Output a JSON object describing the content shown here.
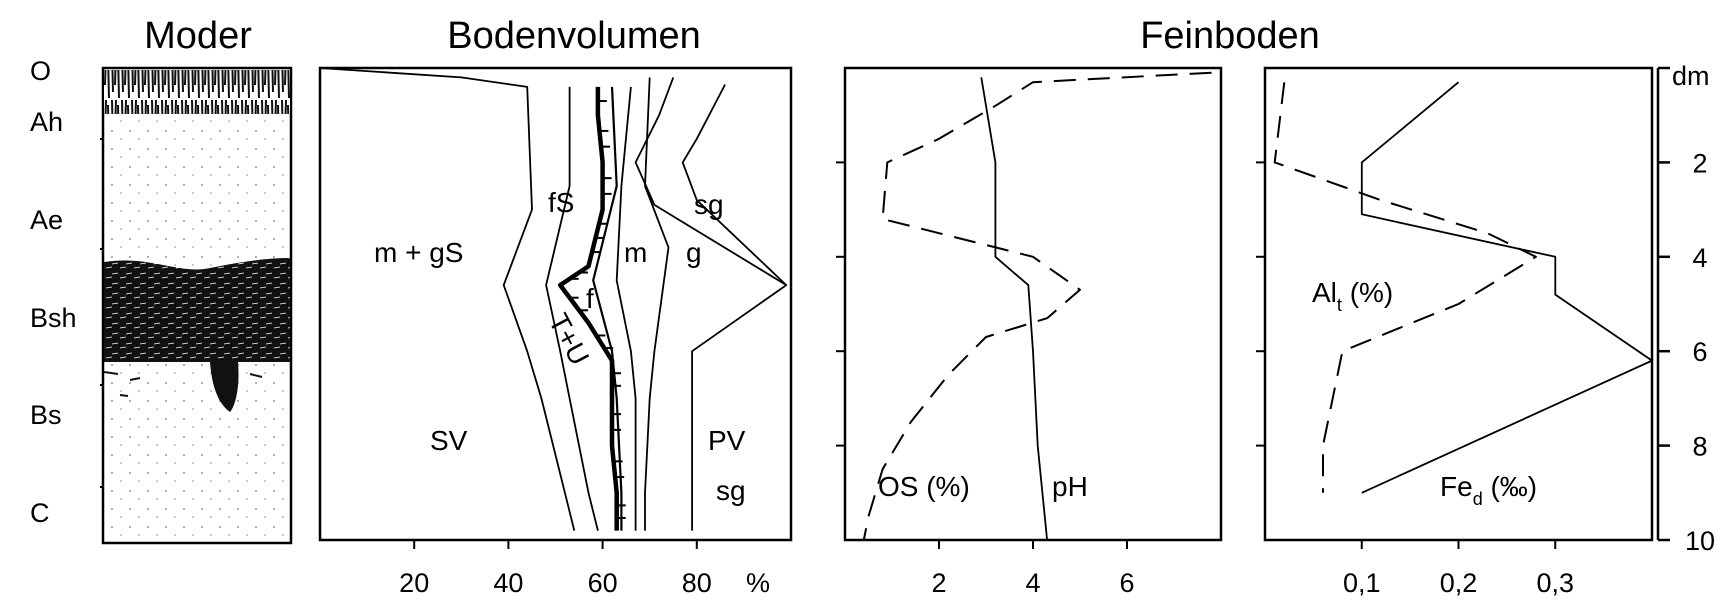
{
  "figure": {
    "titles": {
      "left": "Moder",
      "middle": "Bodenvolumen",
      "right": "Feinboden"
    },
    "horizons": [
      "O",
      "Ah",
      "Ae",
      "Bsh",
      "Bs",
      "C"
    ],
    "depth_unit": "dm",
    "depth_ticks": [
      "2",
      "4",
      "6",
      "8",
      "10"
    ],
    "percent_unit": "%"
  },
  "chart_data": [
    {
      "type": "area",
      "title": "Bodenvolumen",
      "xlabel": "%",
      "ylabel": "dm",
      "xlim": [
        0,
        100
      ],
      "ylim": [
        10,
        0
      ],
      "x_ticks": [
        "20",
        "40",
        "60",
        "80"
      ],
      "region_labels": [
        "m + gS",
        "fS",
        "f",
        "T+U",
        "m",
        "g",
        "sg",
        "SV",
        "PV",
        "sg"
      ],
      "series": [
        {
          "name": "m + gS",
          "depth": [
            0,
            0.2,
            0.4,
            3.0,
            4.6,
            6.0,
            7.0,
            9.0,
            9.8
          ],
          "values": [
            0,
            30,
            44,
            45,
            39,
            44,
            47,
            52,
            54
          ]
        },
        {
          "name": "fS",
          "depth": [
            0.4,
            2.5,
            4.6,
            6.0,
            7.0,
            9.0,
            9.8
          ],
          "values": [
            53,
            53,
            48,
            51,
            53,
            57,
            59
          ]
        },
        {
          "name": "T+U",
          "depth": [
            0.4,
            1.0,
            2.0,
            3.0,
            4.2,
            4.6,
            5.4,
            6.2,
            7.0,
            8.0,
            9.0,
            9.8
          ],
          "values": [
            59,
            59,
            60,
            60,
            57,
            51,
            57,
            62,
            62,
            62,
            63,
            63
          ]
        },
        {
          "name": "f",
          "depth": [
            0.4,
            2.5,
            4.5,
            6.0,
            7.0,
            9.0,
            9.8
          ],
          "values": [
            62,
            63,
            58,
            62,
            63,
            64,
            64
          ]
        },
        {
          "name": "m",
          "depth": [
            0.4,
            2.5,
            4.5,
            6.0,
            7.0,
            9.0,
            9.8
          ],
          "values": [
            66,
            64,
            63,
            66,
            67,
            67,
            67
          ]
        },
        {
          "name": "g",
          "depth": [
            0.2,
            2.5,
            3.8,
            6.0,
            7.0,
            9.0,
            9.8
          ],
          "values": [
            70,
            69,
            74,
            71,
            70,
            69,
            69
          ]
        },
        {
          "name": "sg",
          "depth": [
            0.2,
            1.0,
            2.0,
            2.9,
            4.6,
            6.0,
            9.8
          ],
          "values": [
            75,
            72,
            67,
            71,
            99,
            79,
            79
          ]
        },
        {
          "name": "PV",
          "depth": [
            0.35,
            1.5,
            2.0,
            2.8,
            4.6
          ],
          "values": [
            86,
            80,
            77,
            80,
            99
          ]
        }
      ]
    },
    {
      "type": "line",
      "title": "Feinboden",
      "xlabel": "",
      "ylabel": "dm",
      "xlim": [
        0,
        8
      ],
      "ylim": [
        10,
        0
      ],
      "x_ticks": [
        "2",
        "4",
        "6"
      ],
      "series": [
        {
          "name": "OS (%)",
          "style": "dashed",
          "depth": [
            0.1,
            0.3,
            0.8,
            1.5,
            2.0,
            3.2,
            4.0,
            4.7,
            5.3,
            5.7,
            6.5,
            7.5,
            8.5,
            9.5,
            10.0
          ],
          "values": [
            7.8,
            4.0,
            3.2,
            2.0,
            0.9,
            0.8,
            4.0,
            5.0,
            4.3,
            3.0,
            2.2,
            1.4,
            0.8,
            0.5,
            0.4
          ]
        },
        {
          "name": "pH",
          "style": "solid",
          "depth": [
            0.2,
            2.0,
            4.0,
            4.6,
            6.0,
            8.0,
            10.0
          ],
          "values": [
            2.9,
            3.2,
            3.2,
            3.9,
            4.0,
            4.1,
            4.3
          ]
        }
      ]
    },
    {
      "type": "line",
      "title": "",
      "xlabel": "",
      "ylabel": "dm",
      "xlim": [
        0,
        0.4
      ],
      "ylim": [
        10,
        0
      ],
      "x_ticks": [
        "0,1",
        "0,2",
        "0,3"
      ],
      "series": [
        {
          "name": "Al_t (%)",
          "style": "dashed",
          "depth": [
            0.3,
            2.0,
            2.8,
            3.5,
            4.0,
            5.0,
            6.0,
            8.0,
            9.0
          ],
          "values": [
            0.02,
            0.01,
            0.12,
            0.23,
            0.28,
            0.2,
            0.08,
            0.06,
            0.06
          ]
        },
        {
          "name": "Fe_d (‰)",
          "style": "solid",
          "depth": [
            0.3,
            2.0,
            3.1,
            4.0,
            4.8,
            6.2,
            9.0
          ],
          "values": [
            0.2,
            0.1,
            0.1,
            0.3,
            0.3,
            0.4,
            0.1
          ]
        }
      ]
    }
  ]
}
